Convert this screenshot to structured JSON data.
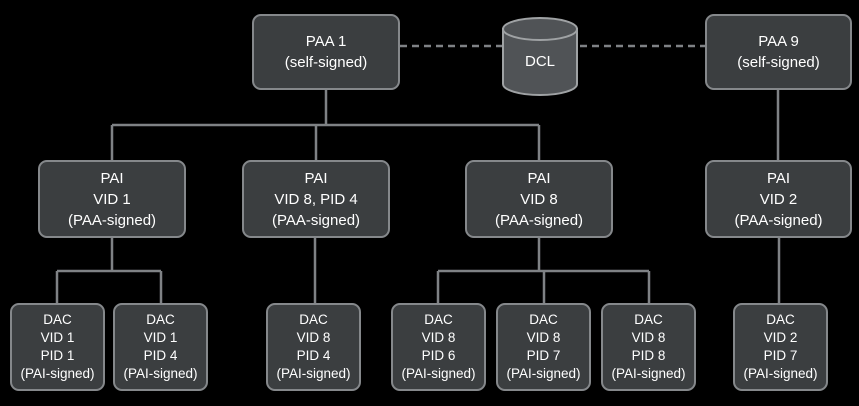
{
  "nodes": {
    "paa": [
      {
        "lines": [
          "PAA 1",
          "(self-signed)"
        ]
      },
      {
        "lines": [
          "PAA 9",
          "(self-signed)"
        ]
      }
    ],
    "dcl": {
      "label": "DCL"
    },
    "pai": [
      {
        "lines": [
          "PAI",
          "VID 1",
          "(PAA-signed)"
        ]
      },
      {
        "lines": [
          "PAI",
          "VID 8, PID 4",
          "(PAA-signed)"
        ]
      },
      {
        "lines": [
          "PAI",
          "VID 8",
          "(PAA-signed)"
        ]
      },
      {
        "lines": [
          "PAI",
          "VID 2",
          "(PAA-signed)"
        ]
      }
    ],
    "dac": [
      {
        "lines": [
          "DAC",
          "VID 1",
          "PID 1",
          "(PAI-signed)"
        ]
      },
      {
        "lines": [
          "DAC",
          "VID 1",
          "PID 4",
          "(PAI-signed)"
        ]
      },
      {
        "lines": [
          "DAC",
          "VID 8",
          "PID 4",
          "(PAI-signed)"
        ]
      },
      {
        "lines": [
          "DAC",
          "VID 8",
          "PID 6",
          "(PAI-signed)"
        ]
      },
      {
        "lines": [
          "DAC",
          "VID 8",
          "PID 7",
          "(PAI-signed)"
        ]
      },
      {
        "lines": [
          "DAC",
          "VID 8",
          "PID 8",
          "(PAI-signed)"
        ]
      },
      {
        "lines": [
          "DAC",
          "VID 2",
          "PID 7",
          "(PAI-signed)"
        ]
      }
    ]
  },
  "colors": {
    "background": "#000000",
    "node_fill": "#3b3e40",
    "node_border": "#85888b",
    "text": "#ffffff",
    "connector": "#7f8285"
  }
}
